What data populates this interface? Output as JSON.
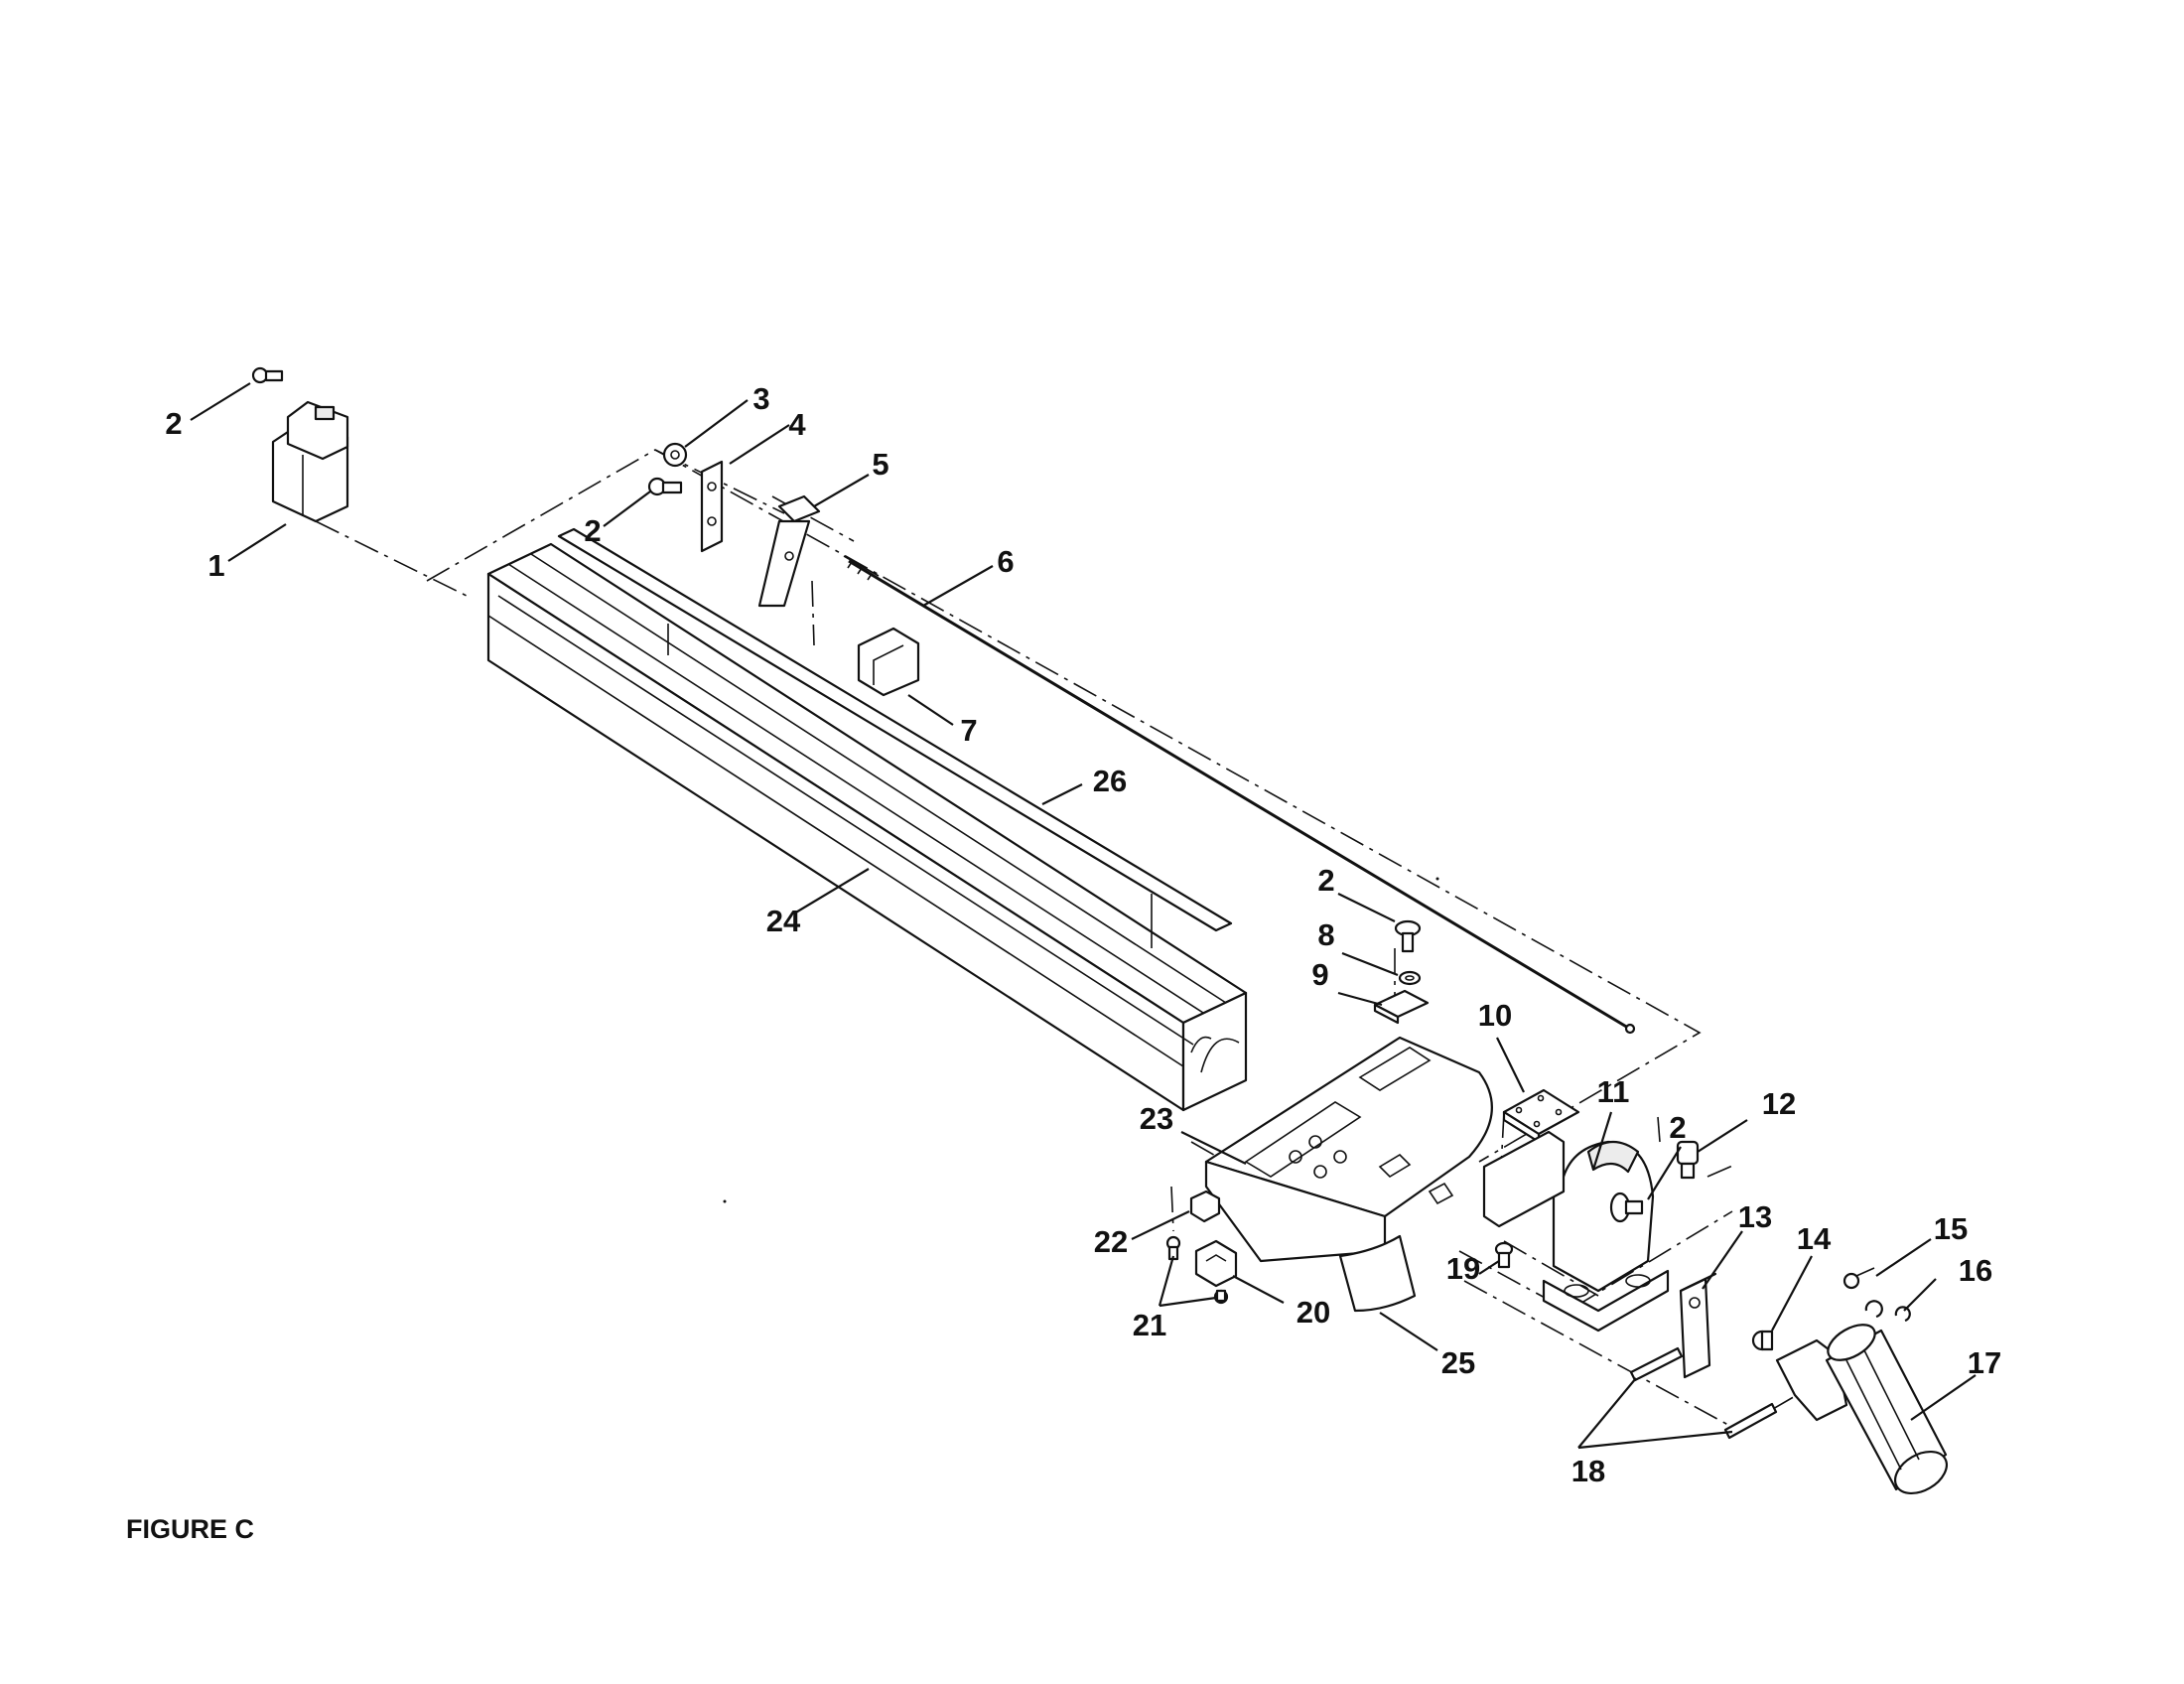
{
  "figure": {
    "caption": "FIGURE C"
  },
  "callouts": [
    {
      "id": "c2a",
      "label": "2"
    },
    {
      "id": "c1",
      "label": "1"
    },
    {
      "id": "c3",
      "label": "3"
    },
    {
      "id": "c4",
      "label": "4"
    },
    {
      "id": "c2b",
      "label": "2"
    },
    {
      "id": "c5",
      "label": "5"
    },
    {
      "id": "c6",
      "label": "6"
    },
    {
      "id": "c7",
      "label": "7"
    },
    {
      "id": "c26",
      "label": "26"
    },
    {
      "id": "c24",
      "label": "24"
    },
    {
      "id": "c2c",
      "label": "2"
    },
    {
      "id": "c8",
      "label": "8"
    },
    {
      "id": "c9",
      "label": "9"
    },
    {
      "id": "c10",
      "label": "10"
    },
    {
      "id": "c11",
      "label": "11"
    },
    {
      "id": "c2d",
      "label": "2"
    },
    {
      "id": "c12",
      "label": "12"
    },
    {
      "id": "c23",
      "label": "23"
    },
    {
      "id": "c13",
      "label": "13"
    },
    {
      "id": "c22",
      "label": "22"
    },
    {
      "id": "c19",
      "label": "19"
    },
    {
      "id": "c14",
      "label": "14"
    },
    {
      "id": "c15",
      "label": "15"
    },
    {
      "id": "c16",
      "label": "16"
    },
    {
      "id": "c21",
      "label": "21"
    },
    {
      "id": "c20",
      "label": "20"
    },
    {
      "id": "c25",
      "label": "25"
    },
    {
      "id": "c17",
      "label": "17"
    },
    {
      "id": "c18",
      "label": "18"
    }
  ]
}
